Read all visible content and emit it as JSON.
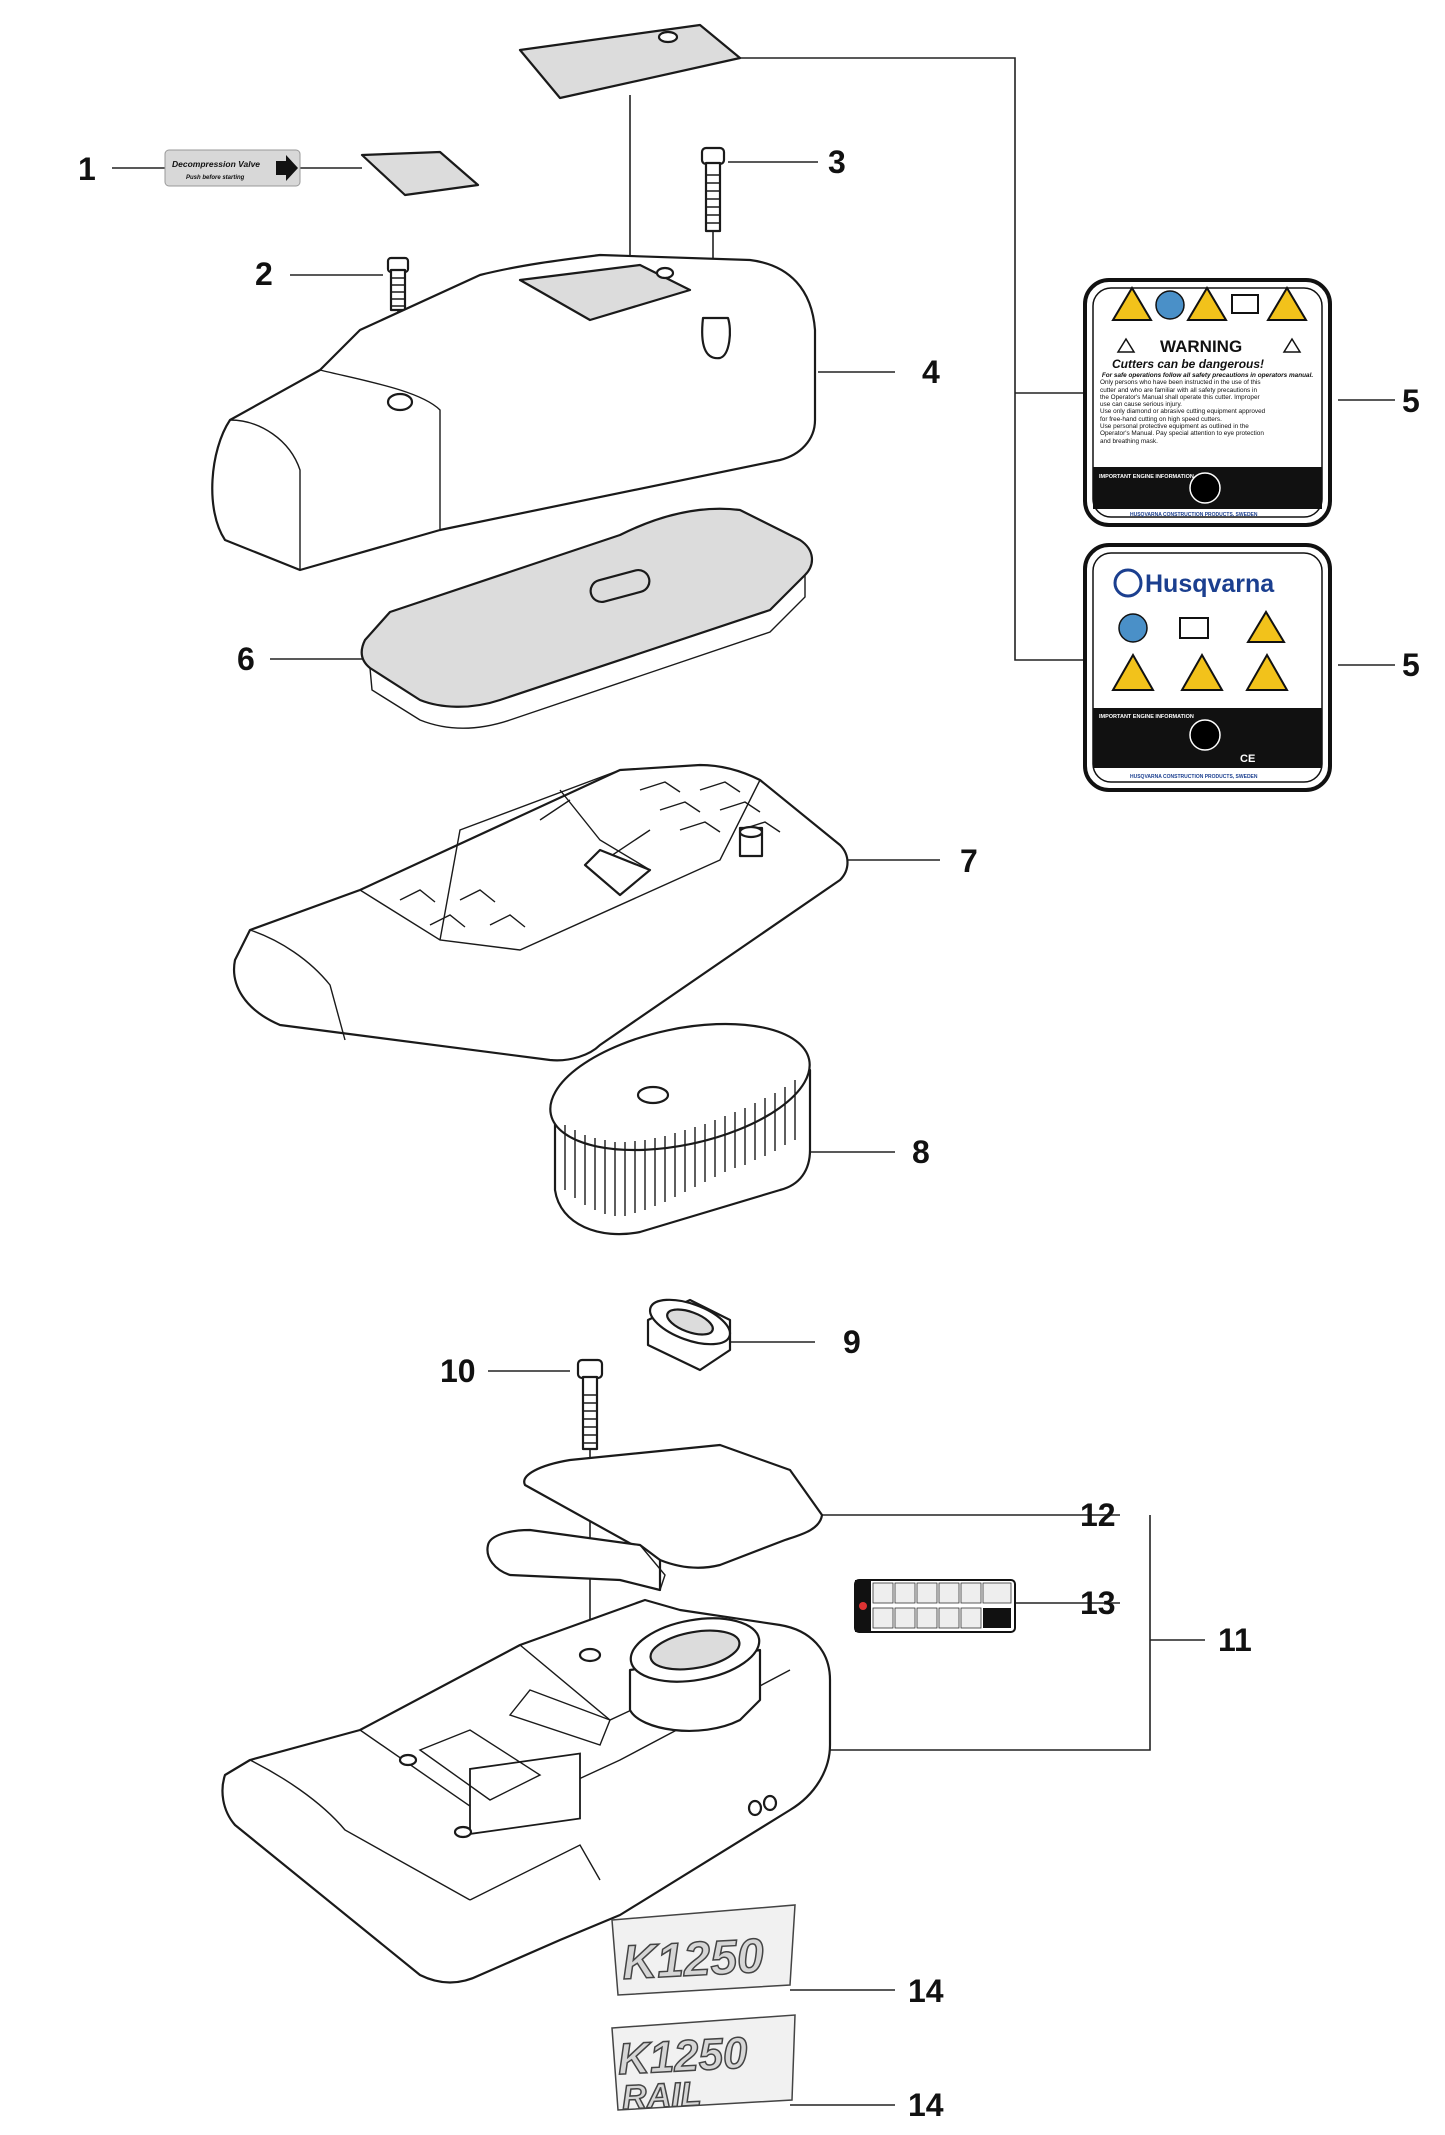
{
  "callouts": {
    "c1": "1",
    "c2": "2",
    "c3": "3",
    "c4": "4",
    "c5a": "5",
    "c5b": "5",
    "c6": "6",
    "c7": "7",
    "c8": "8",
    "c9": "9",
    "c10": "10",
    "c11": "11",
    "c12": "12",
    "c13": "13",
    "c14a": "14",
    "c14b": "14"
  },
  "decal_1": {
    "title": "Decompression Valve",
    "subtitle": "Push before starting"
  },
  "warning_label": {
    "heading": "WARNING",
    "subheading": "Cutters can be dangerous!",
    "intro": "For safe operations follow all safety precautions in operators manual.",
    "bullets": [
      "Only persons who have been instructed in the use of this",
      "cutter and who are familiar with all safety precautions in",
      "the Operator's Manual shall operate this cutter. Improper",
      "use can cause serious injury.",
      "Use only diamond or abrasive cutting equipment approved",
      "for free-hand cutting on high speed cutters.",
      "Use personal protective equipment as outlined in the",
      "Operator's Manual. Pay special attention to eye protection",
      "and breathing mask."
    ],
    "engine_info": "IMPORTANT ENGINE INFORMATION",
    "footer": "HUSQVARNA CONSTRUCTION PRODUCTS, SWEDEN"
  },
  "brand_label": {
    "brand": "Husqvarna",
    "engine_info": "IMPORTANT ENGINE INFORMATION",
    "ce_mark": "CE",
    "footer": "HUSQVARNA CONSTRUCTION PRODUCTS, SWEDEN"
  },
  "model_decal_1": {
    "line1": "K1250"
  },
  "model_decal_2": {
    "line1": "K1250",
    "line2": "RAIL"
  },
  "colors": {
    "warning_yellow": "#f2c21b",
    "brand_blue": "#1b3f8f",
    "label_black": "#111111"
  }
}
